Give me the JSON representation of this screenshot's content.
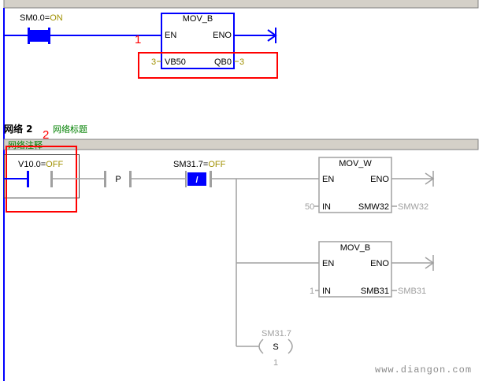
{
  "colors": {
    "energized": "#0000ff",
    "inactive": "#a0a0a0",
    "state_value": "#a09000",
    "annotation": "#ff0000",
    "title_green": "#008000",
    "bar_fill": "#d4d0c8"
  },
  "network1": {
    "annotation": "1",
    "contact": {
      "address": "SM0.0=",
      "state": "ON"
    },
    "box": {
      "title": "MOV_B",
      "en": "EN",
      "eno": "ENO",
      "in_value": "3",
      "in": "VB50",
      "out": "QB0",
      "out_value": "3"
    }
  },
  "network2": {
    "label": "网络 2",
    "title": "网络标题",
    "comment": "网络注释",
    "annotation": "2",
    "contact1": {
      "address": "V10.0=",
      "state": "OFF"
    },
    "edge": {
      "symbol": "P"
    },
    "contact2": {
      "address": "SM31.7=",
      "state": "OFF",
      "symbol": "/"
    },
    "box1": {
      "title": "MOV_W",
      "en": "EN",
      "eno": "ENO",
      "in_value": "50",
      "in": "IN",
      "out": "SMW32",
      "out_value": "SMW32"
    },
    "box2": {
      "title": "MOV_B",
      "en": "EN",
      "eno": "ENO",
      "in_value": "1",
      "in": "IN",
      "out": "SMB31",
      "out_value": "SMB31"
    },
    "coil": {
      "address": "SM31.7",
      "symbol": "S",
      "count": "1"
    }
  },
  "watermark": "www.diangon.com"
}
